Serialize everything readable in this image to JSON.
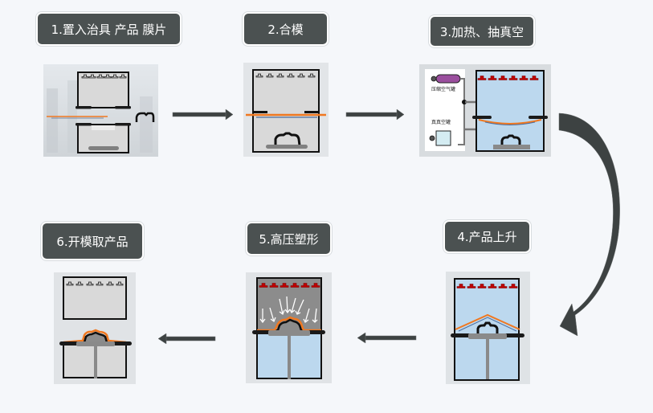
{
  "steps": [
    {
      "number": "1",
      "label": "1.置入治具 产品 膜片"
    },
    {
      "number": "2",
      "label": "2.合模"
    },
    {
      "number": "3",
      "label": "3.加热、抽真空"
    },
    {
      "number": "4",
      "label": "4.产品上升"
    },
    {
      "number": "5",
      "label": "5.高压塑形"
    },
    {
      "number": "6",
      "label": "6.开模取产品"
    }
  ],
  "step3_diagram": {
    "compressed_air_tank_label": "压缩空气罐",
    "vacuum_tank_label": "真真空罐"
  },
  "flow": [
    "1 → 2",
    "2 → 3",
    "3 → 4",
    "4 → 5",
    "5 → 6"
  ],
  "colors": {
    "background": "#f5f7fa",
    "label_bg": "#4b5151",
    "arrow": "#3d4242",
    "film": "#f07820",
    "heater_active": "#c00000",
    "chamber_vacuum": "#bcd8ee",
    "chamber_idle": "#d9d9d9",
    "air_tank": "#9b4f9e"
  }
}
